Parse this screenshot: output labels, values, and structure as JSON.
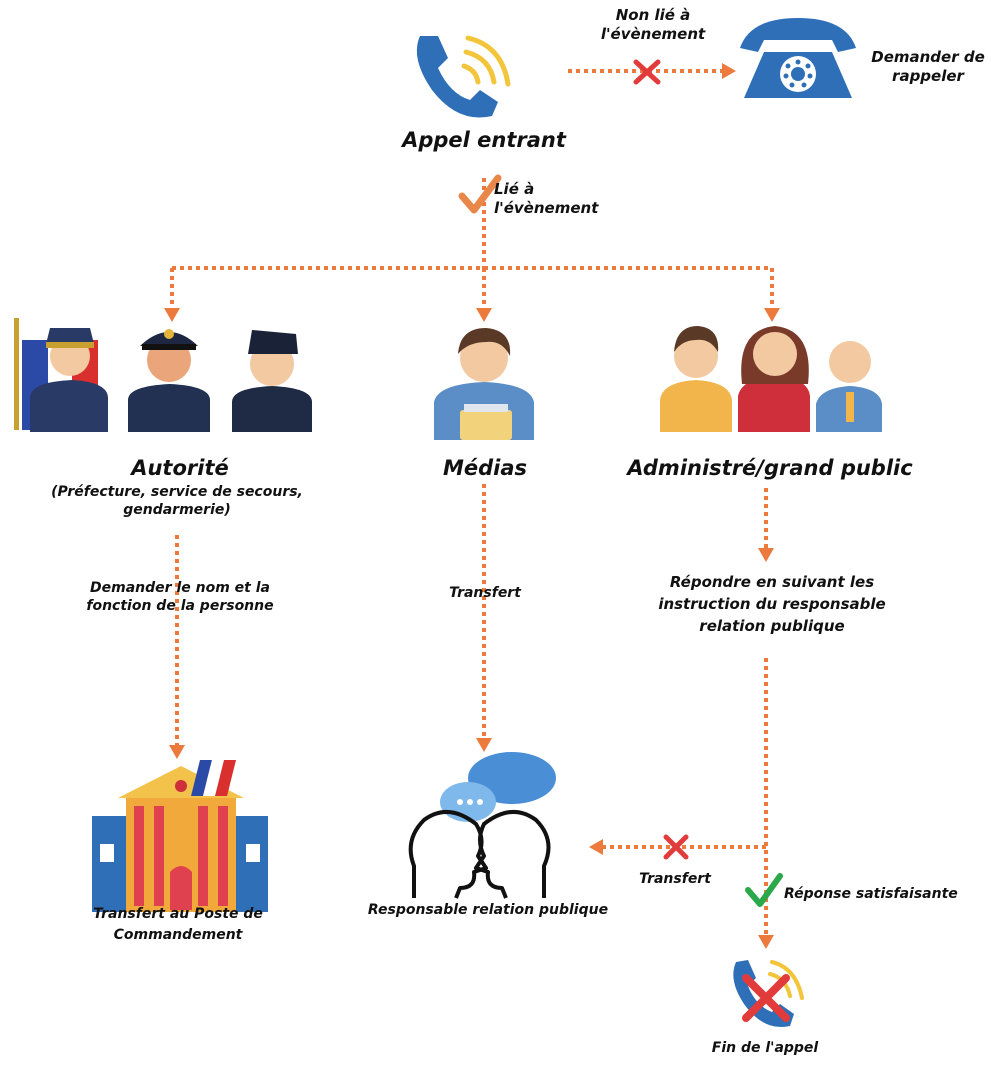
{
  "nodes": {
    "incoming_call": "Appel entrant",
    "call_back": "Demander de rappeler",
    "authority": "Autorité",
    "authority_detail": "(Préfecture, service de secours, gendarmerie)",
    "media": "Médias",
    "public": "Administré/grand public",
    "command_post": "Transfert au Poste de Commandement",
    "pr_manager": "Responsable relation publique",
    "end_call": "Fin de l'appel"
  },
  "edges": {
    "not_linked": "Non lié à l'évènement",
    "linked": "Lié à l'évènement",
    "ask_name": "Demander le nom et la fonction de la personne",
    "transfer_media": "Transfert",
    "respond_instructions": "Répondre en suivant les instruction du responsable relation publique",
    "transfer_public": "Transfert",
    "satisfactory": "Réponse satisfaisante"
  },
  "colors": {
    "connector": "#ec7a3c",
    "cross": "#e23b3b",
    "check_orange": "#e9874a",
    "check_green": "#2aa84a",
    "phone_blue": "#2f6fb8"
  },
  "icons": [
    "phone-icon",
    "desk-phone-icon",
    "authority-people-icon",
    "journalist-icon",
    "public-people-icon",
    "government-building-icon",
    "conversation-heads-icon",
    "end-call-icon"
  ]
}
